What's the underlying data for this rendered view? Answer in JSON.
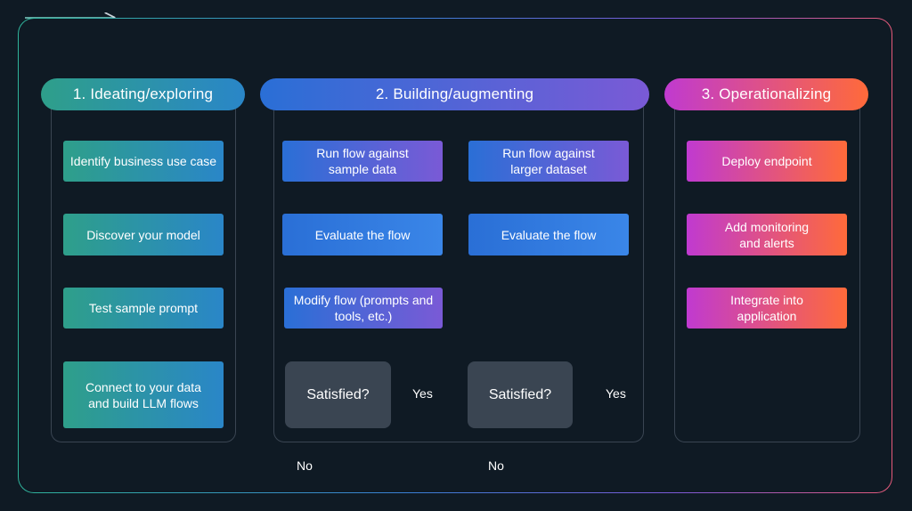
{
  "phases": [
    {
      "title": "1. Ideating/exploring",
      "steps": [
        "Identify business use case",
        "Discover your model",
        "Test sample prompt",
        "Connect to your data and build LLM flows"
      ]
    },
    {
      "title": "2. Building/augmenting",
      "left_steps": [
        "Run flow against sample data",
        "Evaluate the flow",
        "Modify flow (prompts and tools, etc.)"
      ],
      "right_steps": [
        "Run flow against larger dataset",
        "Evaluate the flow"
      ]
    },
    {
      "title": "3. Operationalizing",
      "steps": [
        "Deploy endpoint",
        "Add monitoring and alerts",
        "Integrate into application"
      ]
    }
  ],
  "decisions": {
    "label": "Satisfied?",
    "yes": "Yes",
    "no": "No"
  },
  "colors": {
    "background": "#0f1a24",
    "teal": "#2e9f8a",
    "blue": "#2a6fd6",
    "purple": "#7a5ad6",
    "magenta": "#c03ad0",
    "orange": "#ff6a3a"
  }
}
